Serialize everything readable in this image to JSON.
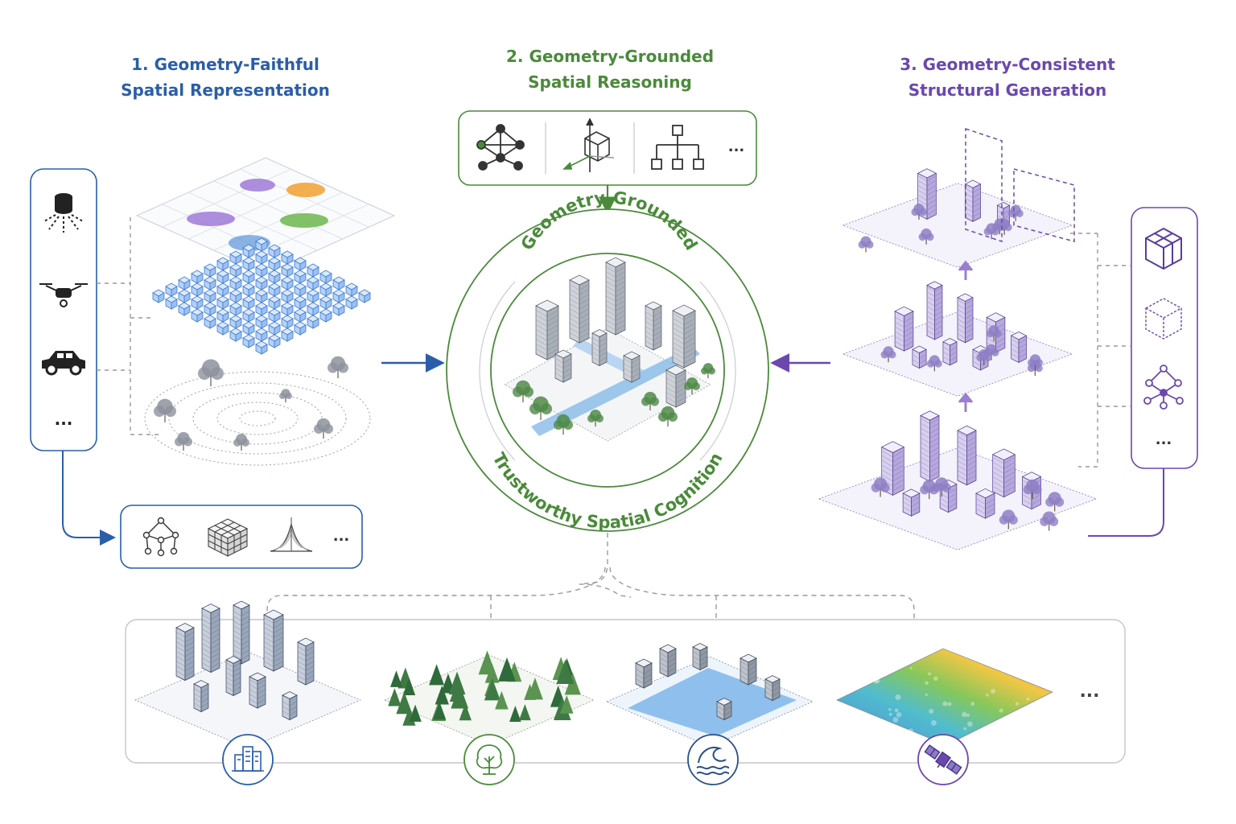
{
  "titles": {
    "representation": {
      "line1": "1. Geometry-Faithful",
      "line2": "Spatial Representation"
    },
    "reasoning": {
      "line1": "2. Geometry-Grounded",
      "line2": "Spatial Reasoning"
    },
    "generation": {
      "line1": "3. Geometry-Consistent",
      "line2": "Structural Generation"
    }
  },
  "center": {
    "top_arc_text": "Geometry-Grounded",
    "bottom_arc_text": "Trustworthy Spatial Cognition"
  },
  "sensors": {
    "icons": [
      "lidar-icon",
      "drone-icon",
      "car-icon"
    ],
    "more": "..."
  },
  "representation_tools": {
    "icons": [
      "graph-icon",
      "voxel-cube-icon",
      "gaussian-icon"
    ],
    "more": "..."
  },
  "reasoning_tools": {
    "icons": [
      "graph-network-icon",
      "3d-axes-cube-icon",
      "hierarchy-icon"
    ],
    "more": "..."
  },
  "generation_tools": {
    "icons": [
      "wireframe-cube-icon",
      "dashed-cube-icon",
      "node-graph-icon"
    ],
    "more": "..."
  },
  "applications": {
    "scenes": [
      "urban-city-scene",
      "forest-scene",
      "flood-scene",
      "heatmap-terrain-scene"
    ],
    "icons": [
      "building-icon",
      "tree-icon",
      "wave-icon",
      "satellite-icon"
    ],
    "more": "..."
  },
  "colors": {
    "blue": "#2a5ea8",
    "green": "#4a8a3a",
    "purple": "#6a48ad",
    "gray": "#8a8f98"
  }
}
